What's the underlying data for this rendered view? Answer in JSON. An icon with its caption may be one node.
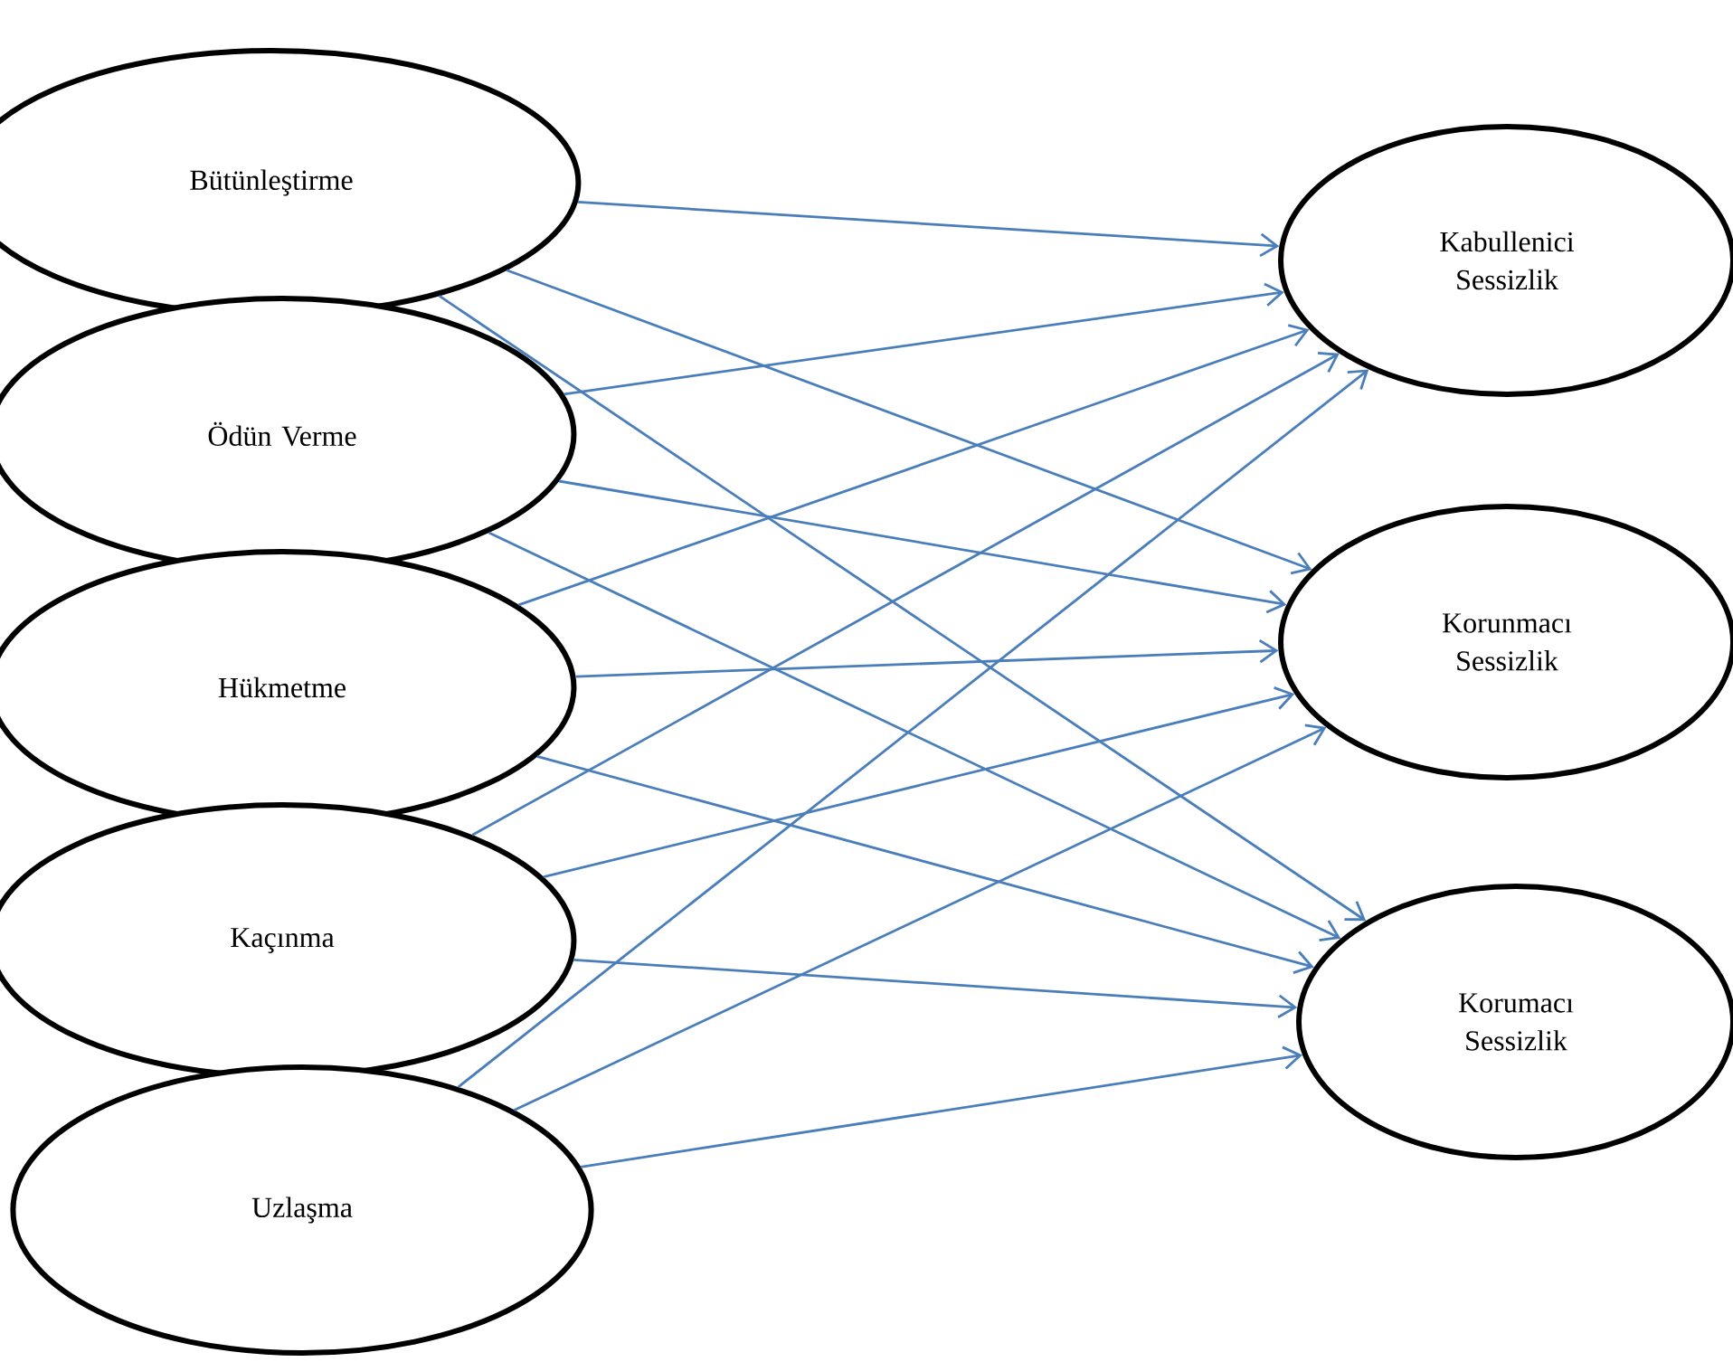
{
  "diagram": {
    "nodes": [
      {
        "text": [
          "Bütünleştirme"
        ]
      },
      {
        "text": [
          "Ödün Verme"
        ]
      },
      {
        "text": [
          "Hükmetme"
        ]
      },
      {
        "text": [
          "Kaçınma"
        ]
      },
      {
        "text": [
          "Uzlaşma"
        ]
      },
      {
        "text": [
          "Kabullenici Sessizlik"
        ]
      },
      {
        "text": [
          "Korunmacı Sessizlik"
        ]
      },
      {
        "text": [
          "Korumacı Sessizlik"
        ]
      }
    ],
    "edges": [
      {
        "from": 0,
        "to": 5,
        "arrow": "to"
      },
      {
        "from": 0,
        "to": 6,
        "arrow": "to"
      },
      {
        "from": 0,
        "to": 7,
        "arrow": "to"
      },
      {
        "from": 1,
        "to": 5,
        "arrow": "to"
      },
      {
        "from": 1,
        "to": 6,
        "arrow": "to"
      },
      {
        "from": 1,
        "to": 7,
        "arrow": "to"
      },
      {
        "from": 2,
        "to": 5,
        "arrow": "to"
      },
      {
        "from": 2,
        "to": 6,
        "arrow": "to"
      },
      {
        "from": 2,
        "to": 7,
        "arrow": "to"
      },
      {
        "from": 3,
        "to": 5,
        "arrow": "to"
      },
      {
        "from": 3,
        "to": 6,
        "arrow": "to"
      },
      {
        "from": 3,
        "to": 7,
        "arrow": "to"
      },
      {
        "from": 4,
        "to": 5,
        "arrow": "to"
      },
      {
        "from": 4,
        "to": 6,
        "arrow": "to"
      },
      {
        "from": 4,
        "to": 7,
        "arrow": "to"
      }
    ]
  }
}
